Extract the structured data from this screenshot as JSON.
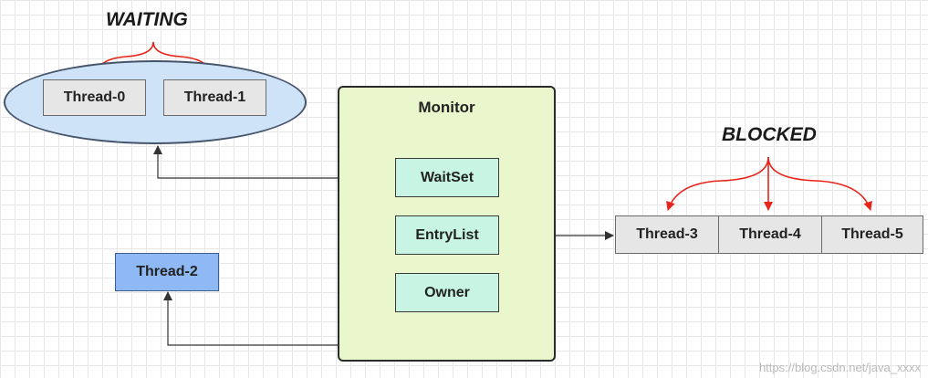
{
  "states": {
    "waiting": "WAITING",
    "blocked": "BLOCKED"
  },
  "monitor": {
    "title": "Monitor",
    "wait_set": "WaitSet",
    "entry_list": "EntryList",
    "owner": "Owner"
  },
  "waiting_threads": [
    "Thread-0",
    "Thread-1"
  ],
  "blocked_threads": [
    "Thread-3",
    "Thread-4",
    "Thread-5"
  ],
  "owner_thread": "Thread-2",
  "watermark": "https://blog.csdn.net/java_xxxx",
  "colors": {
    "ellipse_fill": "#cfe3f8",
    "monitor_fill": "#eaf7cc",
    "slot_fill": "#c8f5e3",
    "owner_thread_fill": "#8fb9f5",
    "thread_fill": "#e6e6e6",
    "state_arrow": "#e8241a"
  }
}
